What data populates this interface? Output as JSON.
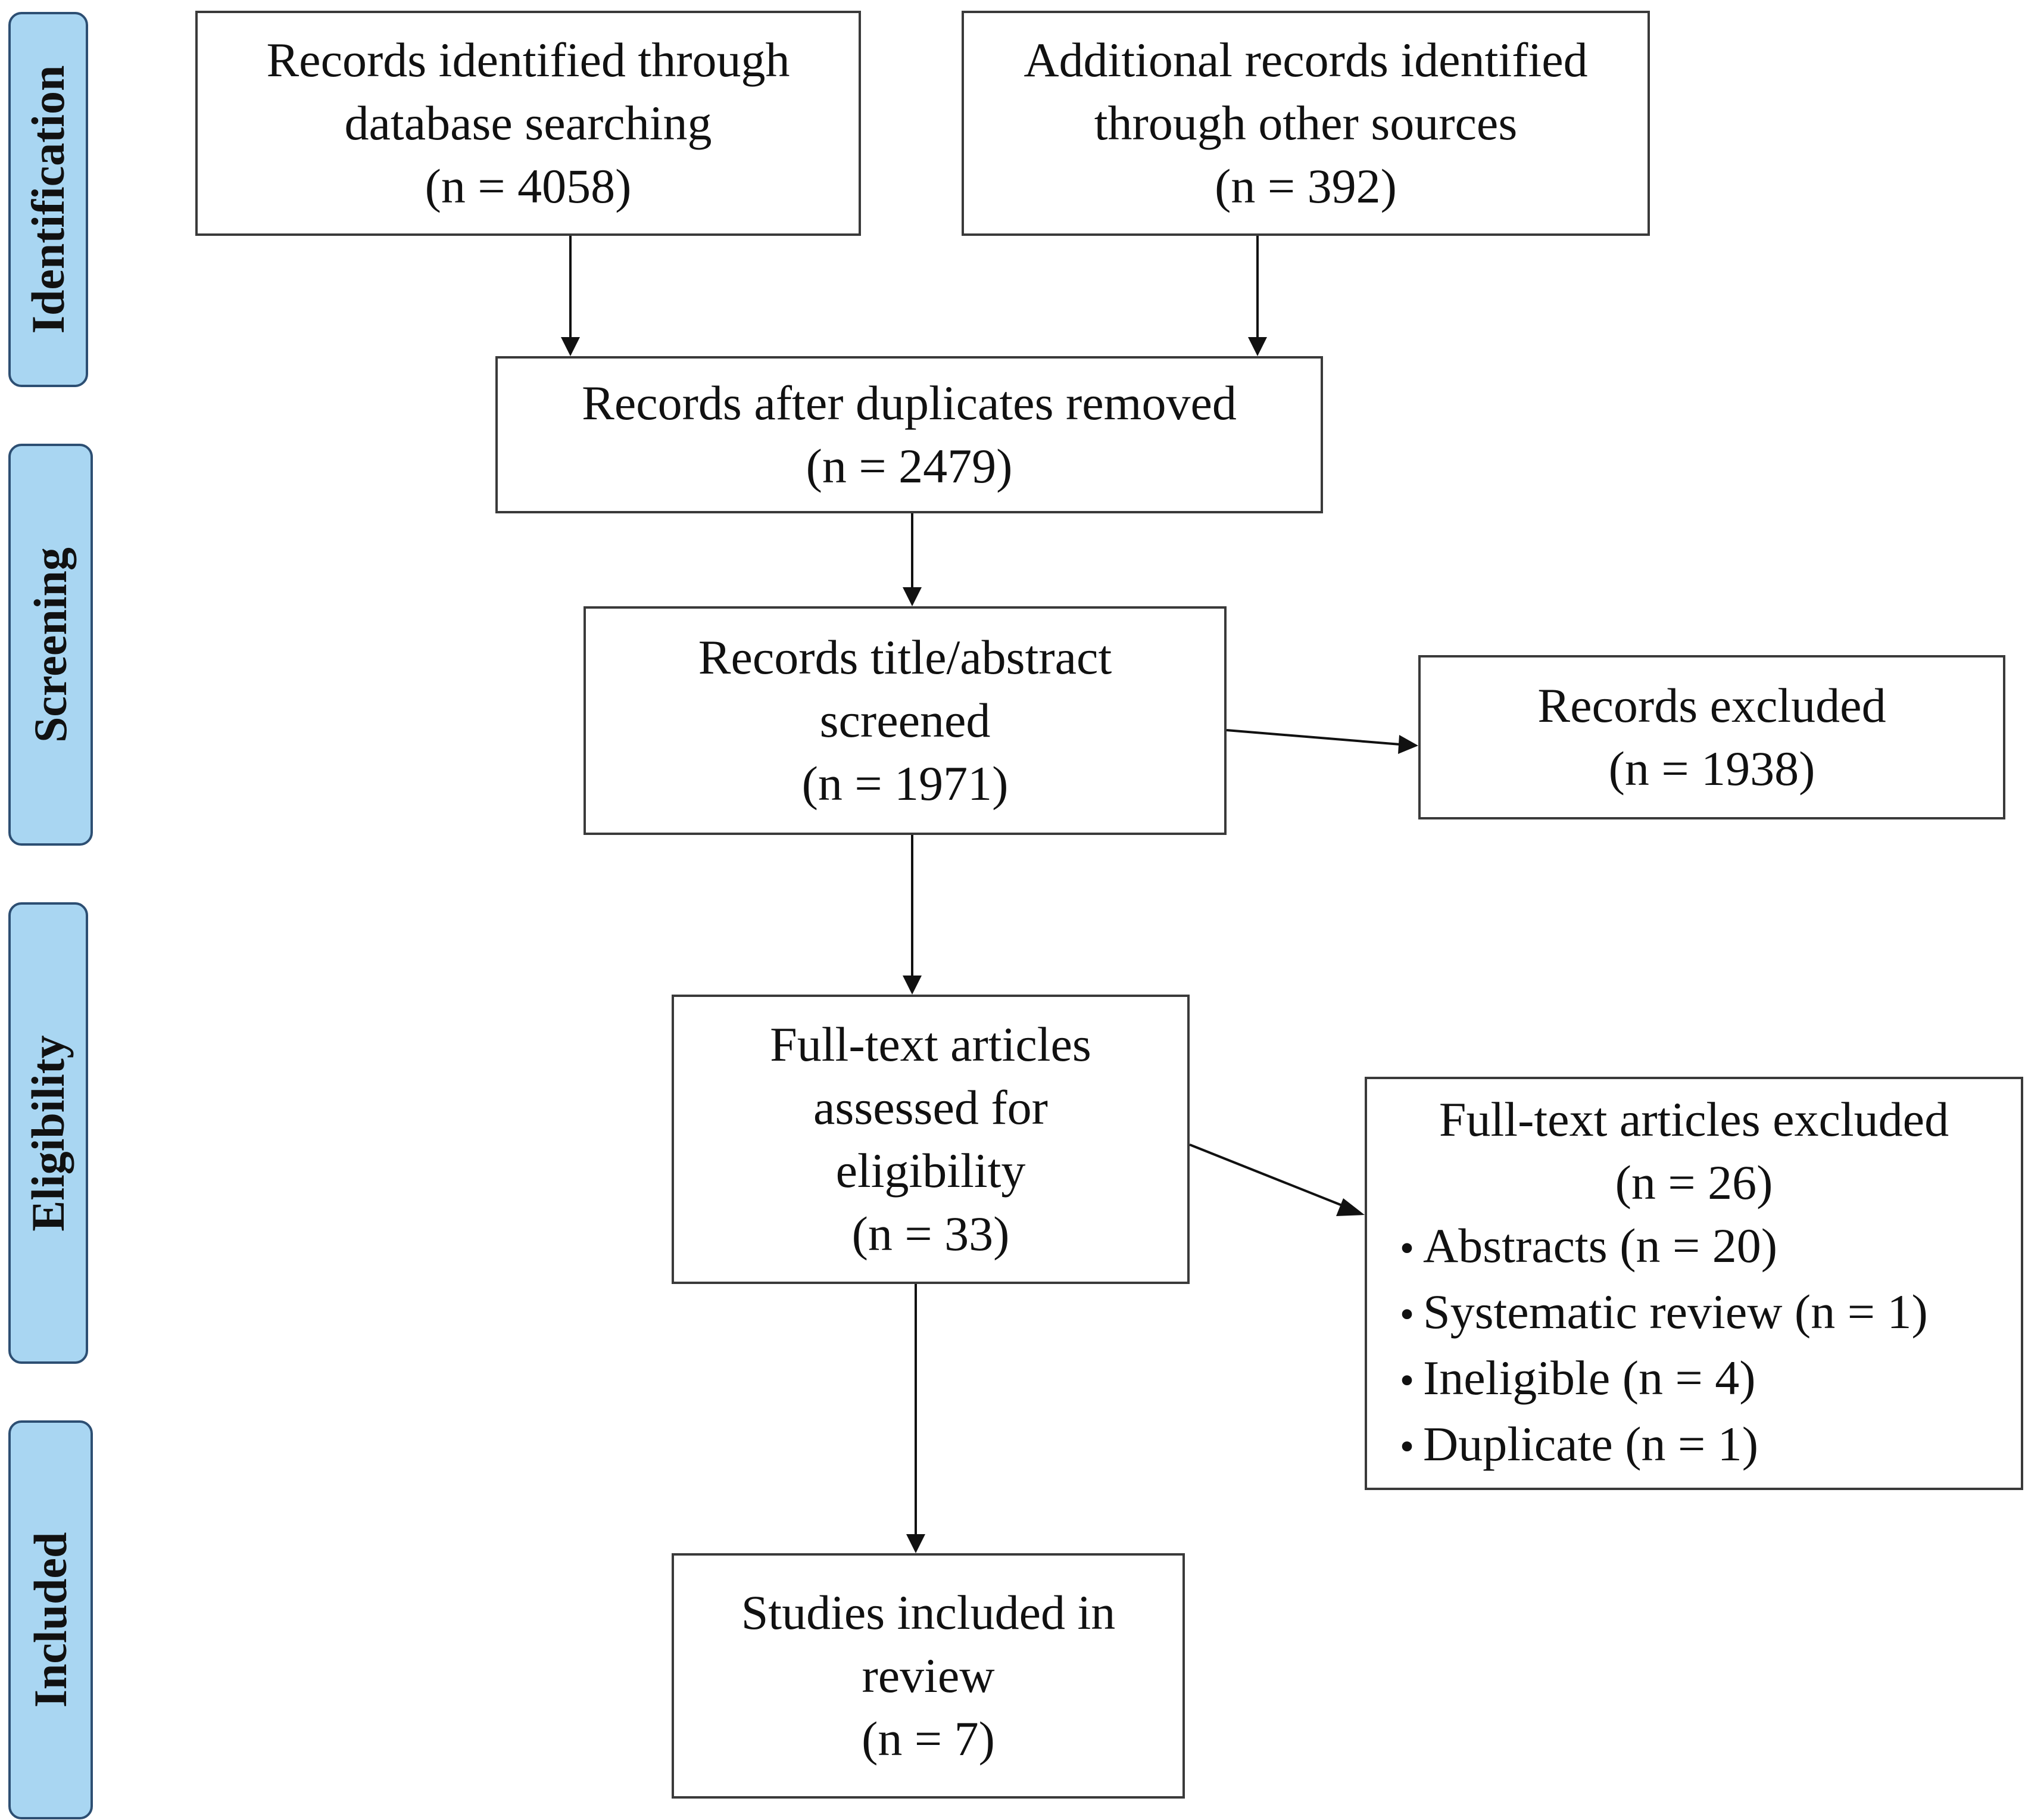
{
  "stages": {
    "identification": "Identification",
    "screening": "Screening",
    "eligibility": "Eligibility",
    "included": "Included"
  },
  "boxes": {
    "database": {
      "line1": "Records identified  through",
      "line2": "database searching",
      "line3": "(n = 4058)"
    },
    "other_sources": {
      "line1": "Additional  records identified",
      "line2": "through  other sources",
      "line3": "(n = 392)"
    },
    "after_duplicates": {
      "line1": "Records after duplicates removed",
      "line2": "(n = 2479)"
    },
    "screened": {
      "line1": "Records title/abstract",
      "line2": "screened",
      "line3": "(n = 1971)"
    },
    "records_excluded": {
      "line1": "Records excluded",
      "line2": "(n = 1938)"
    },
    "fulltext_assessed": {
      "line1": "Full-text  articles",
      "line2": "assessed for",
      "line3": "eligibility",
      "line4": "(n = 33)"
    },
    "fulltext_excluded": {
      "line1": "Full-text  articles  excluded",
      "line2": "(n = 26)",
      "reasons": [
        "Abstracts (n = 20)",
        "Systematic review  (n = 1)",
        "Ineligible   (n = 4)",
        "Duplicate  (n = 1)"
      ]
    },
    "included": {
      "line1": "Studies included in",
      "line2": "review",
      "line3": "(n = 7)"
    }
  },
  "colors": {
    "stage_fill": "#a9d6f2",
    "stage_border": "#2d4f73",
    "box_border": "#3a3a3a",
    "arrow": "#111111"
  }
}
